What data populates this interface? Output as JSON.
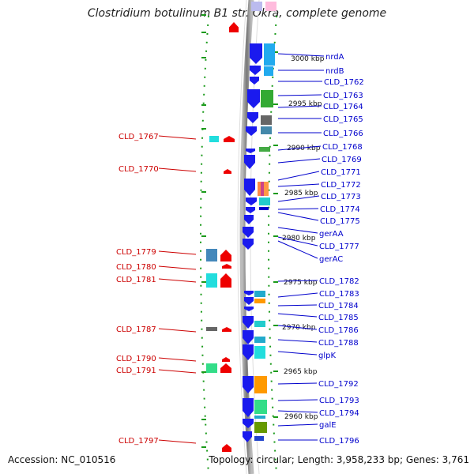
{
  "title": "Clostridium botulinum B1 str. Okra, complete genome",
  "footer": {
    "accession": "Accession: NC_010516",
    "summary": "Topology: circular; Length: 3,958,233 bp; Genes: 3,761"
  },
  "colors": {
    "left_label": "#cc0000",
    "right_label": "#0000cc",
    "blue_gene": "#1a1aee",
    "red_gene": "#ee0000"
  },
  "scale_labels": [
    "3000 kbp",
    "2995 kbp",
    "2990 kbp",
    "2985 kbp",
    "2980 kbp",
    "2975 kbp",
    "2970 kbp",
    "2965 kbp",
    "2960 kbp"
  ],
  "left_labels": [
    "CLD_1767",
    "CLD_1770",
    "CLD_1779",
    "CLD_1780",
    "CLD_1781",
    "CLD_1787",
    "CLD_1790",
    "CLD_1791",
    "CLD_1797"
  ],
  "right_labels": [
    "nrdA",
    "nrdB",
    "CLD_1762",
    "CLD_1763",
    "CLD_1764",
    "CLD_1765",
    "CLD_1766",
    "CLD_1768",
    "CLD_1769",
    "CLD_1771",
    "CLD_1772",
    "CLD_1773",
    "CLD_1774",
    "CLD_1775",
    "gerAA",
    "CLD_1777",
    "gerAC",
    "CLD_1782",
    "CLD_1783",
    "CLD_1784",
    "CLD_1785",
    "CLD_1786",
    "CLD_1788",
    "glpK",
    "CLD_1792",
    "CLD_1793",
    "CLD_1794",
    "galE",
    "CLD_1796"
  ]
}
